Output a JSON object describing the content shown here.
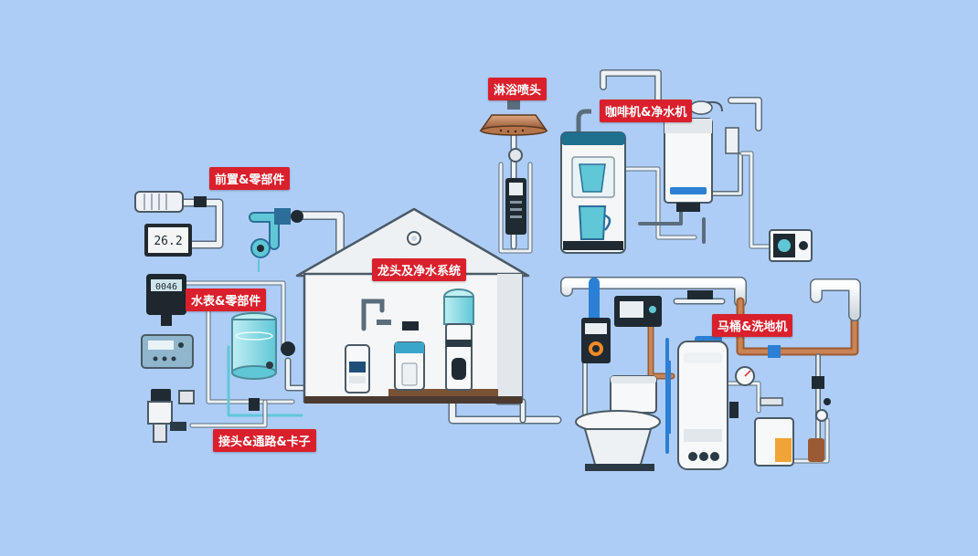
{
  "labels": {
    "front": "前置&零部件",
    "meter": "水表&零部件",
    "fittings": "接头&通路&卡子",
    "faucet": "龙头及净水系统",
    "shower": "淋浴喷头",
    "coffee": "咖啡机&净水机",
    "toilet": "马桶&洗地机"
  },
  "colors": {
    "background": "#aecdf6",
    "tag": "#d9202c",
    "pipe": "#e9eef3",
    "pipe_outline": "#5a6d7c",
    "accent_blue": "#2b7fd4",
    "copper": "#9a5a33",
    "teal": "#5fc7d6"
  },
  "displays": {
    "thermostat": "26.2",
    "meter_head": "0046"
  },
  "icons": [
    "filter-cartridge-icon",
    "thermostat-icon",
    "water-meter-icon",
    "shower-head-icon",
    "coffee-machine-icon",
    "water-purifier-icon",
    "toilet-icon",
    "water-heater-icon",
    "pressure-gauge-icon",
    "faucet-icon",
    "water-dispenser-icon",
    "valve-icon"
  ]
}
